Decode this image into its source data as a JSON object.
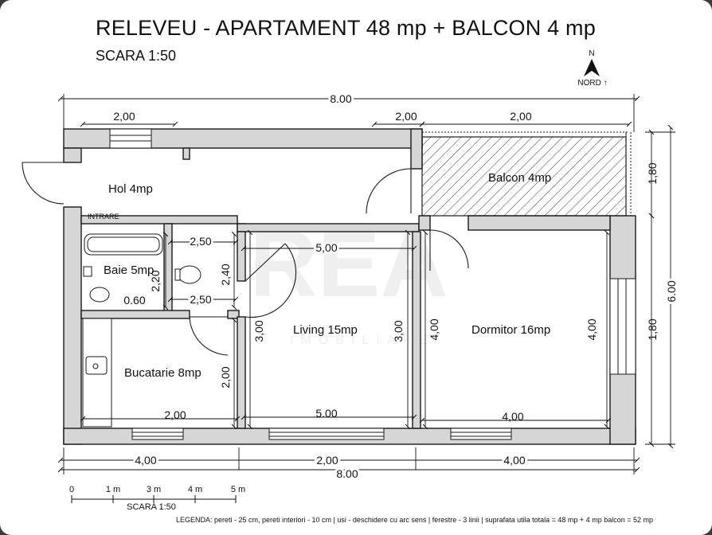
{
  "header": {
    "title": "RELEVEU - APARTAMENT 48 mp + BALCON 4 mp",
    "scale": "SCARA 1:50"
  },
  "compass": {
    "letter": "N",
    "label": "NORD ↑"
  },
  "watermark": {
    "main": "REA",
    "sub": "IMOBILIARE"
  },
  "rooms": {
    "hol": "Hol 4mp",
    "balcon": "Balcon 4mp",
    "baie": "Baie 5mp",
    "living": "Living 15mp",
    "dormitor": "Dormitor 16mp",
    "bucatarie": "Bucatarie 8mp"
  },
  "labels": {
    "entrance": "INTRARE"
  },
  "dimensions": {
    "overall_top": "8.00",
    "overall_bottom": "8.00",
    "top_left": "2,00",
    "top_mid": "2,00",
    "top_right": "2,00",
    "right_upper": "1,80",
    "right_total": "6.00",
    "right_lower": "1,80",
    "bath_width_top": "2,50",
    "bath_width_bottom": "2,50",
    "bath_height_inner": "2,20",
    "hall_height": "2,40",
    "bath_small": "0.60",
    "living_width_top": "5,00",
    "living_height_left": "3,00",
    "living_height_right": "3,00",
    "living_width_bottom": "5.00",
    "bedroom_height_left": "4,00",
    "bedroom_height_right": "4,00",
    "bedroom_width": "4,00",
    "kitchen_width": "2,00",
    "kitchen_height": "2,00",
    "bottom_left": "4,00",
    "bottom_mid": "2,00",
    "bottom_right": "4,00"
  },
  "scale_bar": {
    "ticks": [
      "0",
      "1 m",
      "3 m",
      "4 m",
      "5 m"
    ],
    "caption": "SCARA 1:50"
  },
  "legend": "LEGENDA: pereti - 25 cm, pereti interiori - 10 cm | usi - deschidere cu arc sens | ferestre - 3 linii | suprafata utila totala = 48 mp + 4 mp balcon = 52 mp",
  "colors": {
    "wall": "#d6d6d6",
    "line": "#1a1a1a",
    "frame": "#3a3a3a"
  }
}
